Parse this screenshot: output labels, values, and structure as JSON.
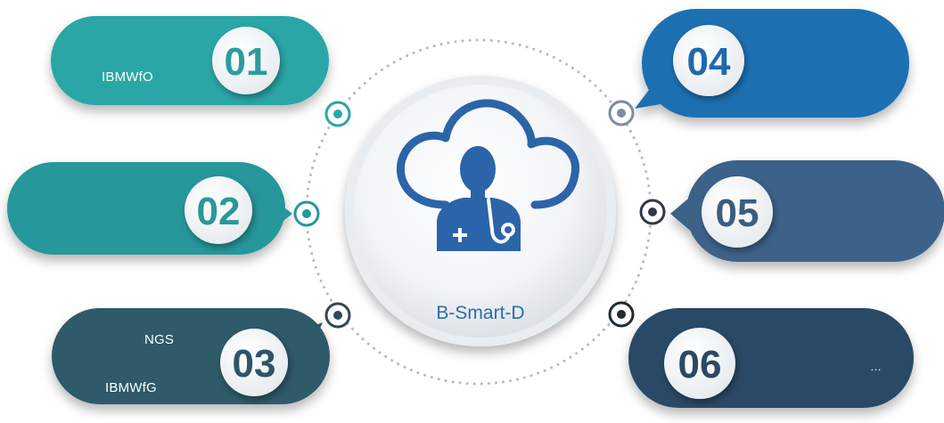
{
  "center": {
    "label": "B-Smart-D",
    "icon": "doctor-cloud-icon"
  },
  "items": [
    {
      "number": "01",
      "color": "#2aa6a7",
      "texts": [
        "IBMWfO"
      ]
    },
    {
      "number": "02",
      "color": "#26979b",
      "texts": []
    },
    {
      "number": "03",
      "color": "#2e5a6b",
      "texts": [
        "NGS",
        "IBMWfG"
      ]
    },
    {
      "number": "04",
      "color": "#1f6fb2",
      "texts": []
    },
    {
      "number": "05",
      "color": "#3c6289",
      "texts": []
    },
    {
      "number": "06",
      "color": "#2c4a66",
      "texts": [
        "…"
      ]
    }
  ],
  "colors": {
    "number_text_1": "#2a9d9c",
    "number_text_3": "#2e5567",
    "number_text_4": "#1f68ad",
    "center_text": "#2b6cb0",
    "icon": "#2b64a8"
  }
}
